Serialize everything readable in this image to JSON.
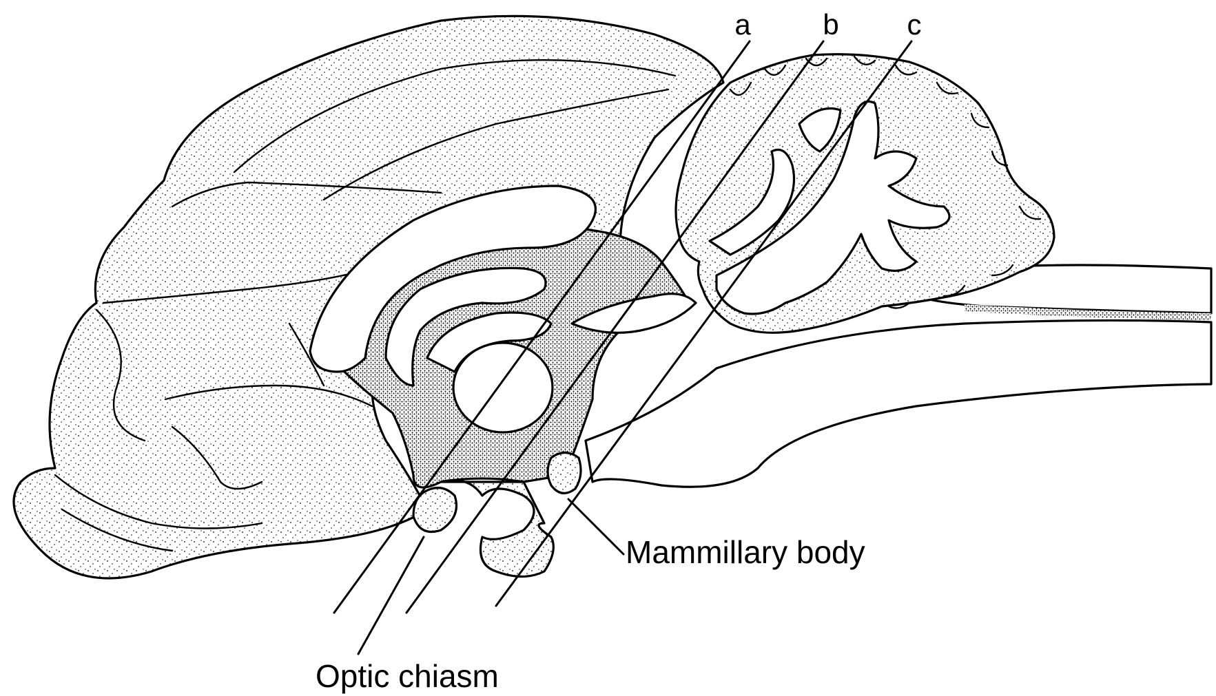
{
  "figure": {
    "cut_labels": [
      "a",
      "b",
      "c"
    ],
    "structure_labels": {
      "mammillary": "Mammillary body",
      "optic": "Optic chiasm"
    },
    "colors": {
      "ink": "#000000",
      "paper": "#ffffff"
    }
  }
}
